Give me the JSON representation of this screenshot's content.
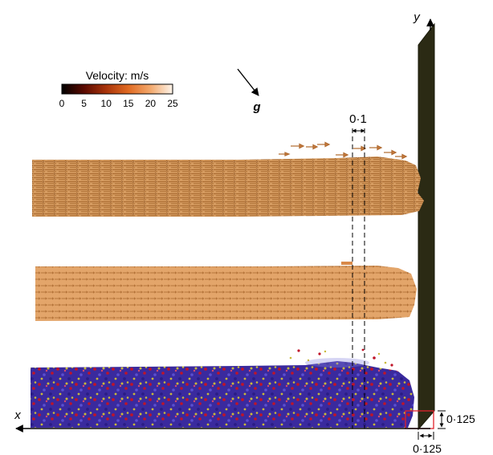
{
  "legend": {
    "title": "Velocity: m/s",
    "ticks": [
      "0",
      "5",
      "10",
      "15",
      "20",
      "25"
    ],
    "colors": [
      "#000000",
      "#5a0a00",
      "#a8330a",
      "#e06a22",
      "#f2a86c",
      "#fdf4ea"
    ]
  },
  "gravity_label": "g",
  "axes": {
    "x_label": "x",
    "y_label": "y"
  },
  "dimensions": {
    "gap_width": "0·1",
    "corner_height": "0·125",
    "corner_width": "0·125"
  },
  "colors": {
    "wall": "#2b2a14",
    "velocity_fill": "#d79d62",
    "velocity_stroke": "#9a5e2c",
    "particle_base": "#3a2a9e",
    "particle_red": "#c01428",
    "particle_yellow": "#c9b93a",
    "corner_box": "#e0222c"
  },
  "icons": {
    "gravity": "arrow-diagonal-down-right-icon"
  }
}
